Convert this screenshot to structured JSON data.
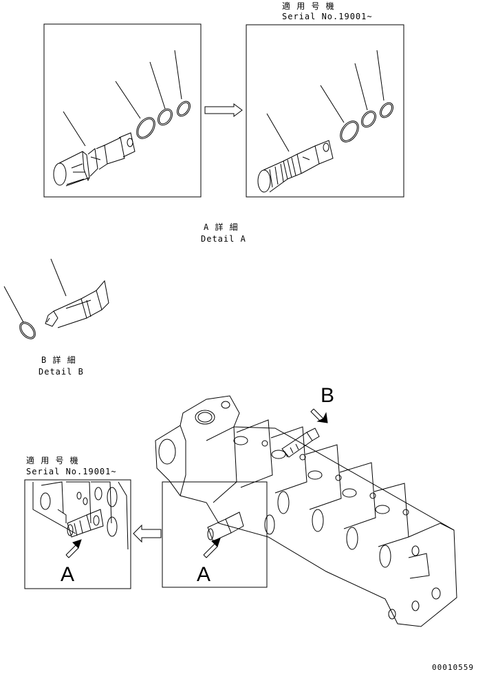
{
  "labels": {
    "top_right_title_jp": "適 用 号 機",
    "top_right_serial": "Serial No.19001~",
    "detail_a_jp": "A 詳 細",
    "detail_a_en": "Detail A",
    "detail_b_jp": "B 詳 細",
    "detail_b_en": "Detail B",
    "bottom_left_title_jp": "適 用 号 機",
    "bottom_left_serial": "Serial No.19001~",
    "marker_b": "B",
    "marker_a_left": "A",
    "marker_a_right": "A",
    "drawing_number": "00010559"
  }
}
